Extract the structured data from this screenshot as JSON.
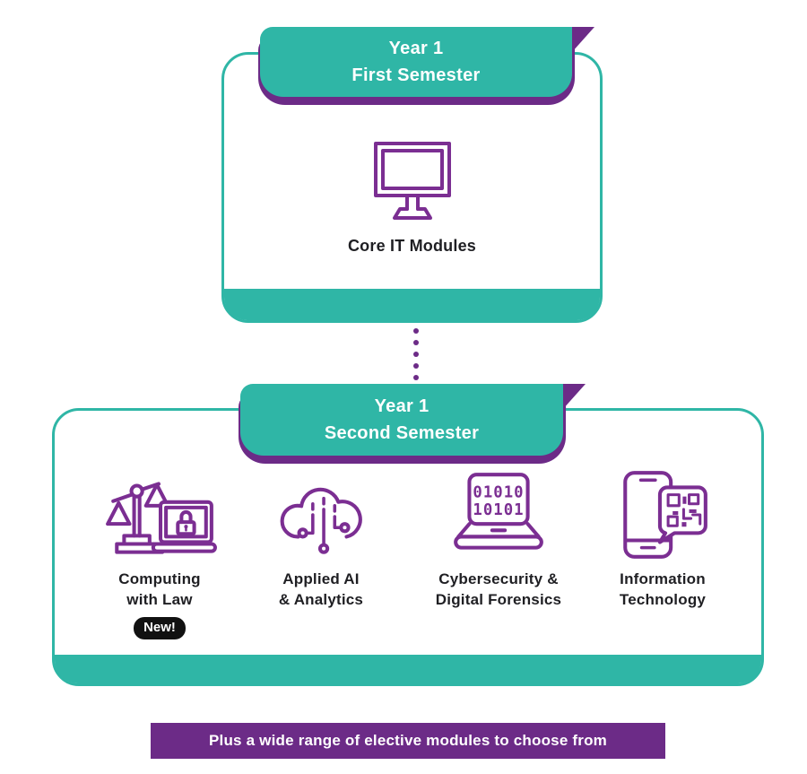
{
  "colors": {
    "teal": "#2FB6A6",
    "purple": "#6C2B87",
    "icon_purple": "#7B2E92",
    "text_dark": "#1F1F23",
    "badge_bg": "#111111",
    "badge_text": "#ffffff"
  },
  "semester1": {
    "title_line1": "Year 1",
    "title_line2": "First Semester",
    "module": {
      "label": "Core IT Modules",
      "icon": "desktop-monitor-icon"
    }
  },
  "connector": {
    "style": "dotted",
    "dots": 5
  },
  "semester2": {
    "title_line1": "Year 1",
    "title_line2": "Second Semester",
    "modules": [
      {
        "label_line1": "Computing",
        "label_line2": "with Law",
        "icon": "law-scales-laptop-icon",
        "badge": "New!"
      },
      {
        "label_line1": "Applied AI",
        "label_line2": "& Analytics",
        "icon": "ai-cloud-circuit-icon"
      },
      {
        "label_line1": "Cybersecurity &",
        "label_line2": "Digital Forensics",
        "icon": "binary-laptop-icon",
        "icon_text_line1": "01010",
        "icon_text_line2": "10101"
      },
      {
        "label_line1": "Information",
        "label_line2": "Technology",
        "icon": "phone-qr-code-icon"
      }
    ]
  },
  "footer": {
    "note": "Plus a wide range of elective modules to choose from"
  }
}
